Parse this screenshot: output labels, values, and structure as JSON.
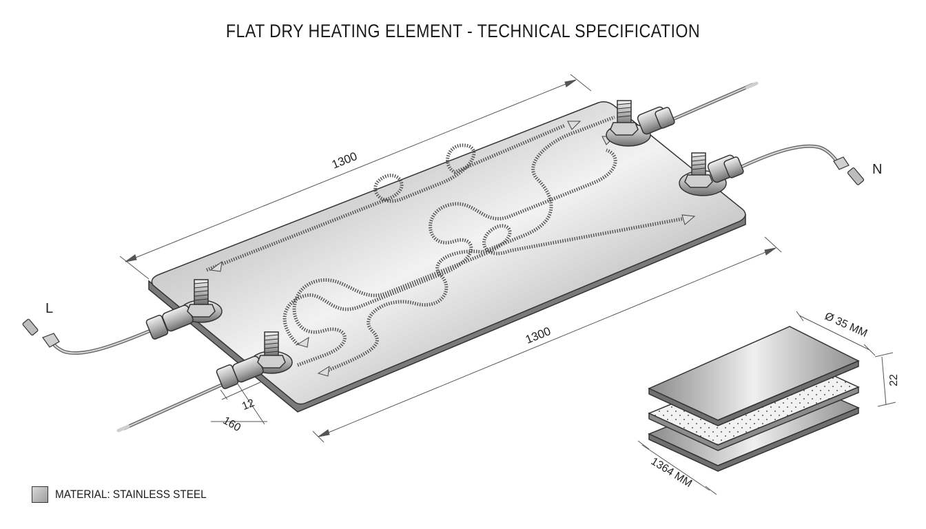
{
  "title": "FLAT DRY HEATING ELEMENT - TECHNICAL SPECIFICATION",
  "dimensions": {
    "top_length": "1300",
    "bottom_length": "1300",
    "terminal_small": "12",
    "terminal_offset": "160",
    "inset_diameter": "Ø 35 MM",
    "inset_thickness": "22",
    "inset_length": "1364 MM"
  },
  "terminals": {
    "left_label": "L",
    "right_label": "N"
  },
  "legend": {
    "text": "MATERIAL: STAINLESS STEEL",
    "color": "#b8b8b8"
  },
  "colors": {
    "plate_light": "#e6e6e6",
    "plate_dark": "#8a8a8a",
    "line": "#3a3a3a"
  }
}
